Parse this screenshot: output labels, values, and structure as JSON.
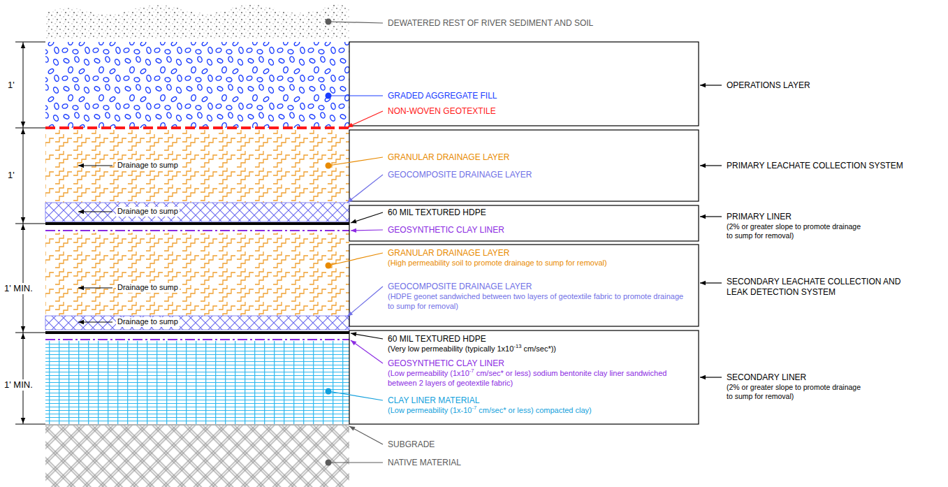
{
  "diagram": {
    "labels": [
      "DEWATERED REST OF RIVER SEDIMENT AND SOIL",
      "1'",
      "GRADED AGGREGATE FILL",
      "NON-WOVEN GEOTEXTILE",
      "OPERATIONS LAYER",
      "1'",
      "GRANULAR DRAINAGE LAYER",
      "Drainage to sump",
      "GEOCOMPOSITE DRAINAGE LAYER",
      "PRIMARY LEACHATE COLLECTION SYSTEM",
      "Drainage to sump",
      "60 MIL TEXTURED HDPE",
      "PRIMARY LINER",
      "(2% or greater slope to promote drainage to sump for removal)",
      "GEOSYNTHETIC CLAY LINER",
      "1' MIN.",
      "Drainage to sump",
      "GRANULAR DRAINAGE LAYER",
      "(High permeability soil to promote drainage to sump for removal)",
      "SECONDARY LEACHATE COLLECTION AND LEAK DETECTION SYSTEM",
      "GEOCOMPOSITE DRAINAGE LAYER",
      "(HDPE geonet sandwiched between two layers of geotextile fabric to promote drainage to sump for removal)",
      "Drainage to sump",
      "60 MIL TEXTURED HDPE",
      "(Very low permeability (typically 1x10-13 cm/sec*))",
      "1' MIN.",
      "GEOSYNTHETIC CLAY LINER",
      "(Low permeability (1x10-7 cm/sec* or less) sodium bentonite clay liner sandwiched between 2 layers of geotextile fabric)",
      "SECONDARY LINER",
      "(2% or greater slope to promote drainage to sump for removal)",
      "CLAY LINER MATERIAL",
      "(Low permeability (1x-10-7 cm/sec* or less) compacted clay)",
      "SUBGRADE",
      "NATIVE MATERIAL"
    ]
  }
}
